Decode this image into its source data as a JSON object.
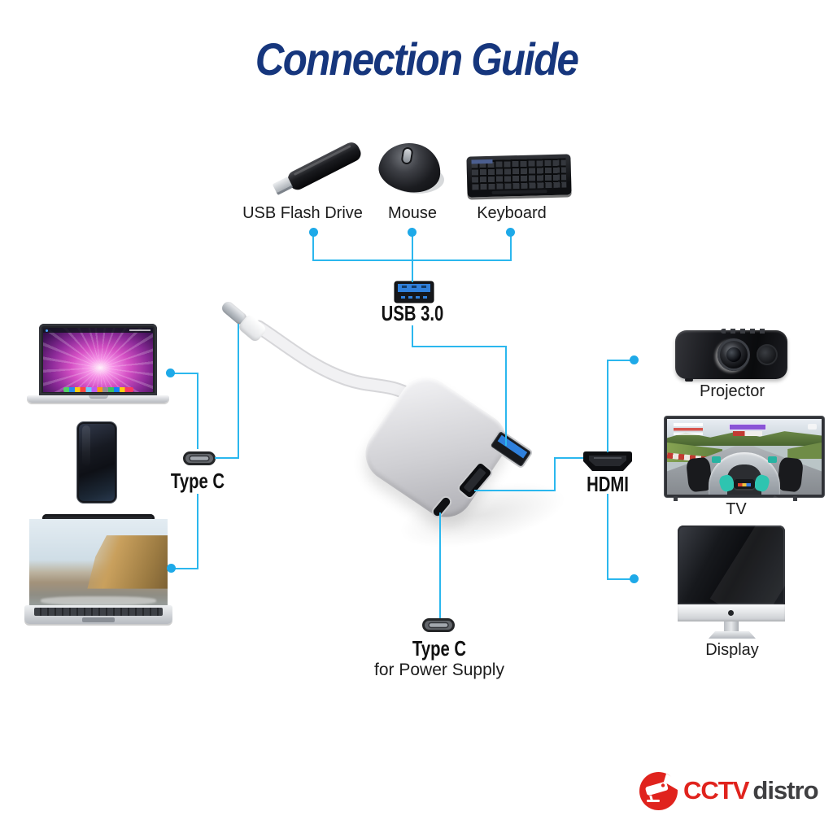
{
  "title": "Connection Guide",
  "top_devices": {
    "flash_drive": {
      "label": "USB Flash Drive"
    },
    "mouse": {
      "label": "Mouse"
    },
    "keyboard": {
      "label": "Keyboard"
    }
  },
  "hub_ports": {
    "usb3": {
      "label": "USB 3.0"
    },
    "type_c": {
      "label": "Type C"
    },
    "hdmi": {
      "label": "HDMI"
    },
    "power": {
      "label": "Type C",
      "sublabel": "for Power Supply"
    }
  },
  "right_devices": {
    "projector": {
      "label": "Projector"
    },
    "tv": {
      "label": "TV"
    },
    "display": {
      "label": "Display"
    }
  },
  "logo": {
    "brand": "CCTV",
    "suffix": "distro"
  },
  "colors": {
    "accent_line": "#2bb7ee",
    "title_navy": "#16367d",
    "logo_red": "#e0231d",
    "usb3_blue": "#2f80dc",
    "label_black": "#1c1c1c"
  },
  "icons": {
    "usb3_port": "usb3-port-icon",
    "type_c_connector": "type-c-connector-icon",
    "hdmi_connector": "hdmi-connector-icon",
    "power_type_c_connector": "power-type-c-connector-icon",
    "logo_camera": "cctv-camera-icon"
  }
}
